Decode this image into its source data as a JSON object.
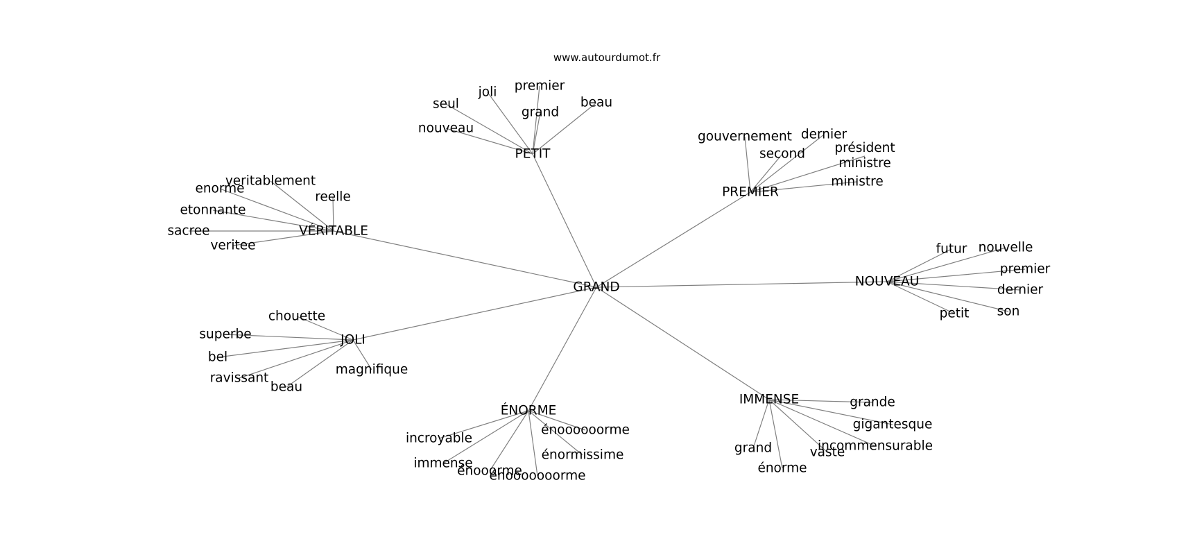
{
  "source_label": "www.autourdumot.fr",
  "center": "GRAND",
  "hubs": [
    {
      "id": "petit",
      "label": "PETIT",
      "leaves": [
        "seul",
        "joli",
        "premier",
        "grand",
        "beau",
        "nouveau"
      ]
    },
    {
      "id": "premier",
      "label": "PREMIER",
      "leaves": [
        "gouvernement",
        "dernier",
        "second",
        "président ministre",
        "ministre"
      ]
    },
    {
      "id": "veritable",
      "label": "VÉRITABLE",
      "leaves": [
        "veritablement",
        "enorme",
        "reelle",
        "etonnante",
        "sacree",
        "veritee"
      ]
    },
    {
      "id": "nouveau",
      "label": "NOUVEAU",
      "leaves": [
        "futur",
        "nouvelle",
        "premier",
        "dernier",
        "petit",
        "son"
      ]
    },
    {
      "id": "joli",
      "label": "JOLI",
      "leaves": [
        "chouette",
        "superbe",
        "bel",
        "ravissant",
        "beau",
        "magnifique"
      ]
    },
    {
      "id": "enorme",
      "label": "ÉNORME",
      "leaves": [
        "énoooooorme",
        "incroyable",
        "énormissime",
        "immense",
        "énooorme",
        "énooooooorme"
      ]
    },
    {
      "id": "immense",
      "label": "IMMENSE",
      "leaves": [
        "grande",
        "gigantesque",
        "incommensurable",
        "vaste",
        "grand",
        "énorme"
      ]
    }
  ]
}
